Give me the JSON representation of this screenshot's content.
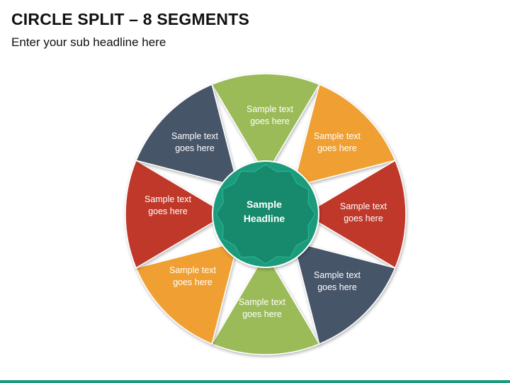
{
  "title": "CIRCLE SPLIT – 8 SEGMENTS",
  "subtitle": "Enter your sub headline here",
  "center": {
    "line1": "Sample",
    "line2": "Headline",
    "color": "#1a9b7c",
    "border": "#ffffff"
  },
  "segments": [
    {
      "line1": "Sample text",
      "line2": "goes here",
      "color": "#9bbb59"
    },
    {
      "line1": "Sample text",
      "line2": "goes here",
      "color": "#f0a030"
    },
    {
      "line1": "Sample text",
      "line2": "goes here",
      "color": "#c0392b"
    },
    {
      "line1": "Sample text",
      "line2": "goes here",
      "color": "#465469"
    },
    {
      "line1": "Sample text",
      "line2": "goes here",
      "color": "#9bbb59"
    },
    {
      "line1": "Sample text",
      "line2": "goes here",
      "color": "#f0a030"
    },
    {
      "line1": "Sample text",
      "line2": "goes here",
      "color": "#c0392b"
    },
    {
      "line1": "Sample text",
      "line2": "goes here",
      "color": "#465469"
    }
  ],
  "footer_color": "#1a9b7c"
}
